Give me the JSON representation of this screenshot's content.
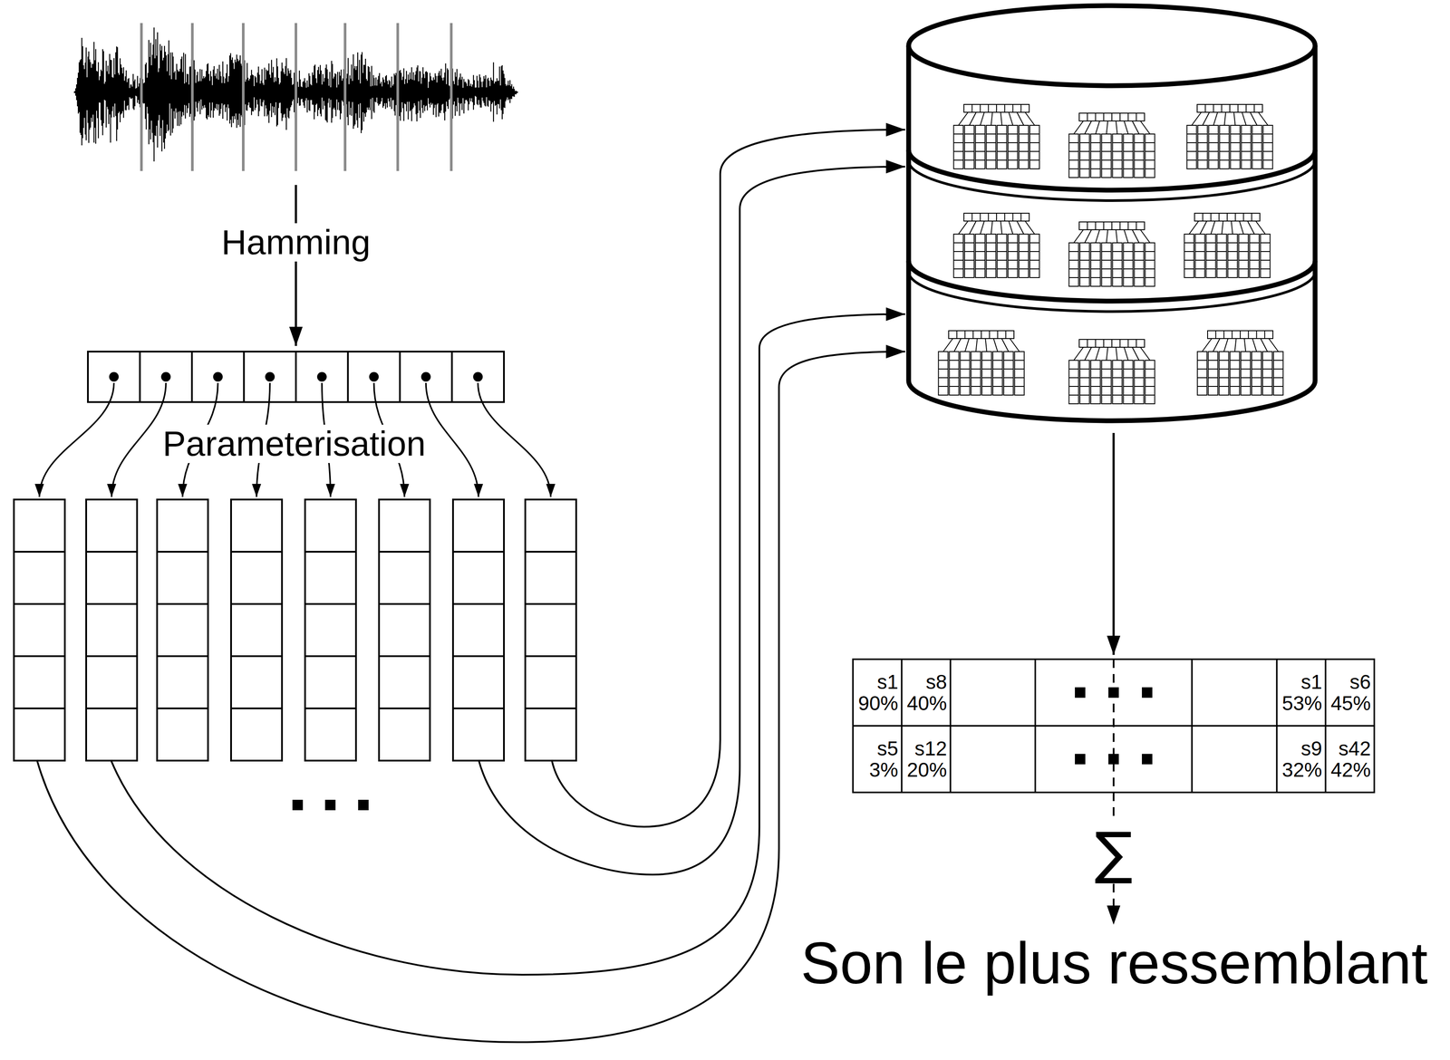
{
  "diagram": {
    "labels": [
      "Hamming",
      "Parameterisation",
      "s1 90%",
      "s8 40%",
      "s1 53%",
      "s6 45%",
      "s5 3%",
      "s12 20%",
      "s9 32%",
      "s42 42%",
      "∑",
      "Son le plus ressemblant"
    ]
  }
}
